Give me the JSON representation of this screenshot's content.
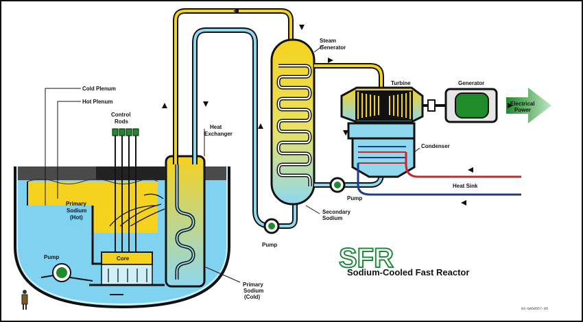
{
  "labels": {
    "cold_plenum": "Cold Plenum",
    "hot_plenum": "Hot Plenum",
    "control_rods_1": "Control",
    "control_rods_2": "Rods",
    "heat_exchanger_1": "Heat",
    "heat_exchanger_2": "Exchanger",
    "steam_generator_1": "Steam",
    "steam_generator_2": "Generator",
    "turbine": "Turbine",
    "generator": "Generator",
    "electrical_power_1": "Electrical",
    "electrical_power_2": "Power",
    "condenser": "Condenser",
    "heat_sink": "Heat Sink",
    "pump_right": "Pump",
    "pump_middle": "Pump",
    "pump_vessel": "Pump",
    "secondary_sodium_1": "Secondary",
    "secondary_sodium_2": "Sodium",
    "primary_hot_1": "Primary",
    "primary_hot_2": "Sodium",
    "primary_hot_3": "(Hot)",
    "primary_cold_1": "Primary",
    "primary_cold_2": "Sodium",
    "primary_cold_3": "(Cold)",
    "core": "Core"
  },
  "branding": {
    "acronym": "SFR",
    "subtitle": "Sodium-Cooled Fast Reactor",
    "code": "03-GA50557-05"
  },
  "colors": {
    "hot_sodium": "#f5d21e",
    "cold_sodium": "#7fd3f0",
    "pipe_dark": "#0a0a0a",
    "generator_green": "#1f8b2a",
    "power_arrow": "#3fa34d",
    "condenser_red": "#c62828",
    "condenser_blue": "#1e3c8c",
    "core_steel": "#c8c8c8"
  }
}
